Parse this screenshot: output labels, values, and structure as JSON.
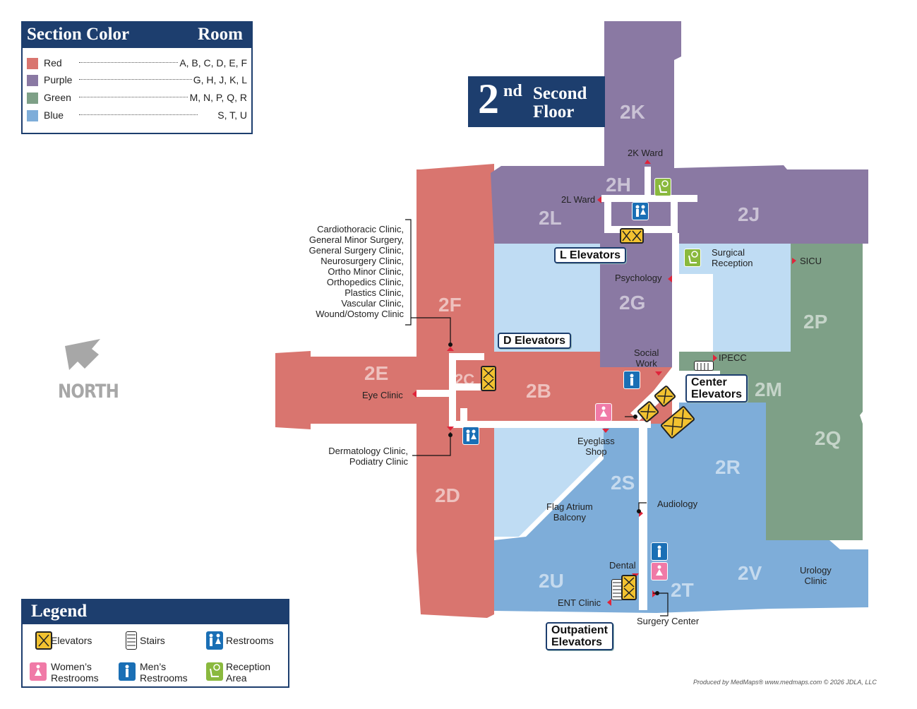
{
  "section_table": {
    "header_left": "Section Color",
    "header_right": "Room",
    "rows": [
      {
        "color_name": "Red",
        "rooms": "A, B, C, D, E, F",
        "swatch": "#d9756f"
      },
      {
        "color_name": "Purple",
        "rooms": "G, H, J, K, L",
        "swatch": "#8a79a3"
      },
      {
        "color_name": "Green",
        "rooms": "M, N, P, Q, R",
        "swatch": "#7ea087"
      },
      {
        "color_name": "Blue",
        "rooms": "S, T, U",
        "swatch": "#7eadd9"
      }
    ]
  },
  "floor_title": {
    "number": "2",
    "suffix": "nd",
    "line1": "Second",
    "line2": "Floor"
  },
  "north_label": "NORTH",
  "colors": {
    "red": "#d9756f",
    "purple": "#8a79a3",
    "green": "#7ea087",
    "blue": "#7eadd9",
    "lightblue": "#bfdcf3",
    "navy": "#1d3e6e",
    "marker": "#e0243a",
    "elevator": "#f2c230",
    "mens": "#1a6fb5",
    "womens": "#f07aa7",
    "reception": "#8ab93e"
  },
  "sections": {
    "2K": "2K",
    "2H": "2H",
    "2L": "2L",
    "2J": "2J",
    "2G": "2G",
    "2F": "2F",
    "2E": "2E",
    "2C": "2C",
    "2B": "2B",
    "2D": "2D",
    "2P": "2P",
    "2M": "2M",
    "2Q": "2Q",
    "2R": "2R",
    "2S": "2S",
    "2U": "2U",
    "2V": "2V",
    "2T": "2T"
  },
  "labels": {
    "k_ward": "2K Ward",
    "l_ward": "2L Ward",
    "psychology": "Psychology",
    "surgical_reception": [
      "Surgical",
      "Reception"
    ],
    "sicu": "SICU",
    "social_work": [
      "Social",
      "Work"
    ],
    "ipecc": "IPECC",
    "eye_clinic": "Eye Clinic",
    "clinics_f": [
      "Cardiothoracic Clinic,",
      "General Minor Surgery,",
      "General Surgery Clinic,",
      "Neurosurgery Clinic,",
      "Ortho Minor Clinic,",
      "Orthopedics  Clinic,",
      "Plastics Clinic,",
      "Vascular Clinic,",
      "Wound/Ostomy Clinic"
    ],
    "derm": [
      "Dermatology Clinic,",
      "Podiatry Clinic"
    ],
    "eyeglass": [
      "Eyeglass",
      "Shop"
    ],
    "flag_atrium": [
      "Flag Atrium",
      "Balcony"
    ],
    "audiology": "Audiology",
    "dental": "Dental",
    "ent_clinic": "ENT Clinic",
    "surgery_center": "Surgery Center",
    "urology": [
      "Urology",
      "Clinic"
    ]
  },
  "callouts": {
    "l_elevators": "L Elevators",
    "d_elevators": "D Elevators",
    "center_elevators": [
      "Center",
      "Elevators"
    ],
    "outpatient_elevators": [
      "Outpatient",
      "Elevators"
    ]
  },
  "legend": {
    "title": "Legend",
    "items": [
      {
        "icon": "elevator-icon",
        "label": [
          "Elevators"
        ]
      },
      {
        "icon": "stairs-icon",
        "label": [
          "Stairs"
        ]
      },
      {
        "icon": "restrooms-icon",
        "label": [
          "Restrooms"
        ]
      },
      {
        "icon": "womens-restroom-icon",
        "label": [
          "Women’s",
          "Restrooms"
        ]
      },
      {
        "icon": "mens-restroom-icon",
        "label": [
          "Men’s",
          "Restrooms"
        ]
      },
      {
        "icon": "reception-icon",
        "label": [
          "Reception",
          "Area"
        ]
      }
    ]
  },
  "credit": "Produced by MedMaps® www.medmaps.com  © 2026 JDLA, LLC"
}
